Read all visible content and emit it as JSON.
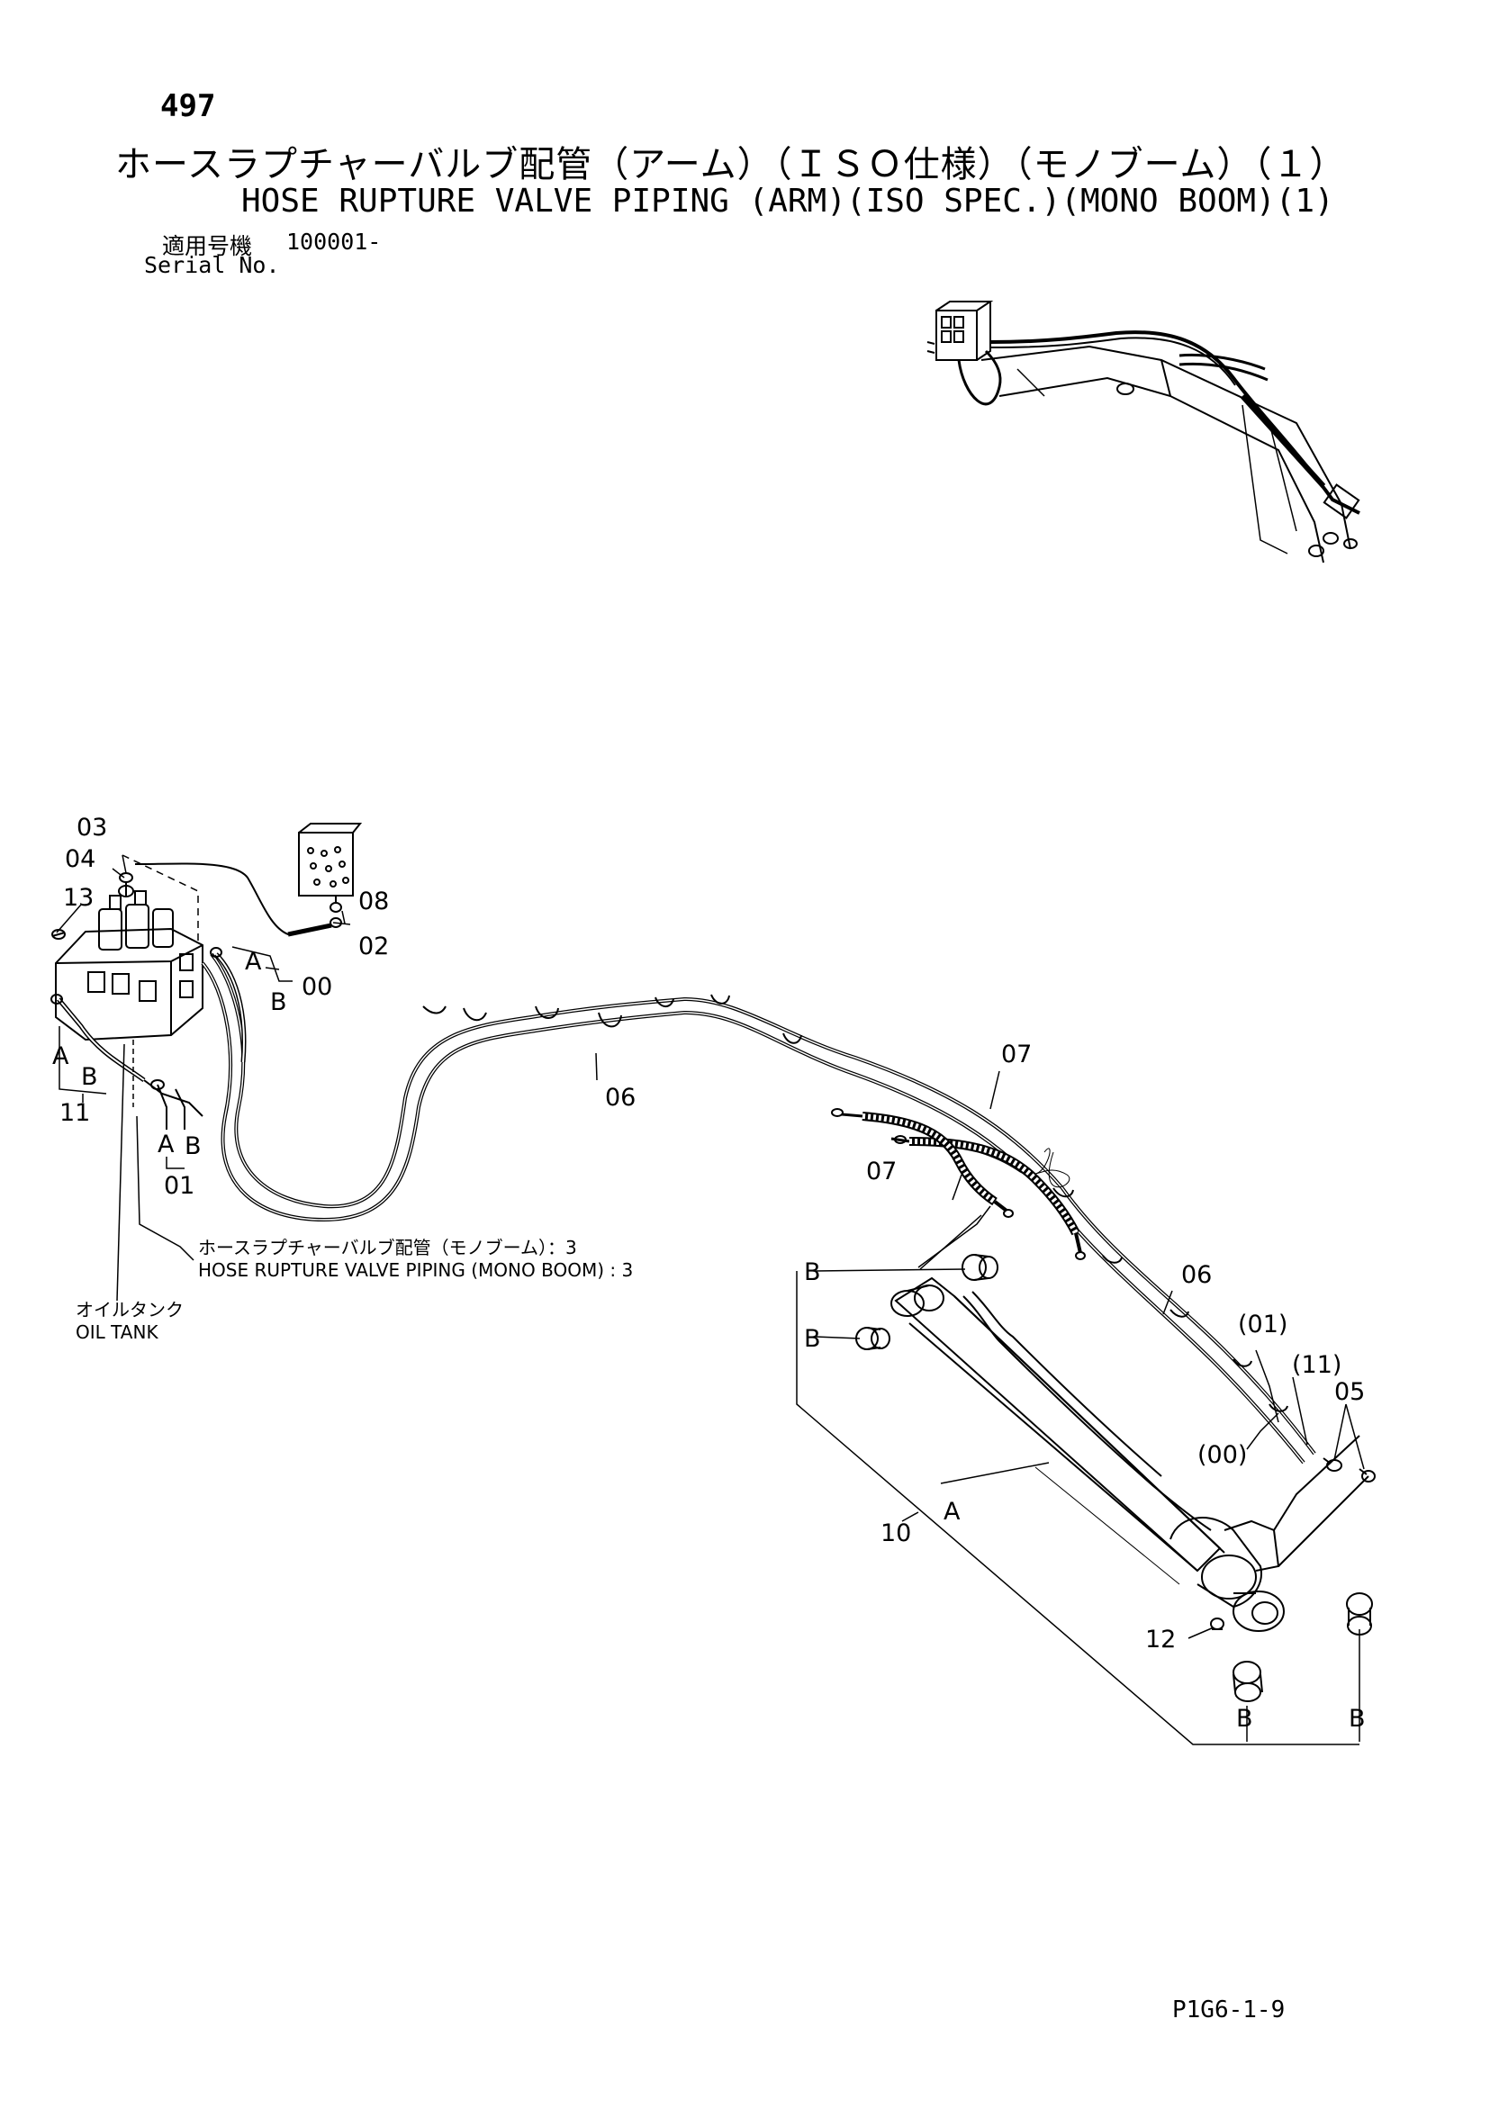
{
  "page": {
    "number": "497",
    "title_jp": "ホースラプチャーバルブ配管（アーム）（ＩＳＯ仕様）（モノブーム）（１）",
    "title_en": "HOSE RUPTURE VALVE PIPING (ARM)(ISO SPEC.)(MONO BOOM)(1)",
    "serial_label_jp": "適用号機",
    "serial_value": "100001-",
    "serial_label_en": "Serial No.",
    "footer_code": "P1G6-1-9"
  },
  "callouts": {
    "c03": "03",
    "c04": "04",
    "c13": "13",
    "c08": "08",
    "c02": "02",
    "c00": "00",
    "a_valve": "A",
    "b_valve": "B",
    "a_left": "A",
    "b_left": "B",
    "c11": "11",
    "a_mid": "A",
    "b_mid": "B",
    "c01": "01",
    "c06a": "06",
    "c07a": "07",
    "c07b": "07",
    "c06b": "06",
    "c01p": "(01)",
    "c11p": "(11)",
    "c05": "05",
    "c00p": "(00)",
    "b_top": "B",
    "b_side": "B",
    "a_cyl": "A",
    "c10": "10",
    "c12": "12",
    "b_bot1": "B",
    "b_bot2": "B"
  },
  "notes": {
    "hose_boom_jp": "ホースラプチャーバルブ配管（モノブーム）：3",
    "hose_boom_en": "HOSE RUPTURE VALVE PIPING (MONO BOOM) : 3",
    "oil_tank_jp": "オイルタンク",
    "oil_tank_en": "OIL TANK"
  }
}
